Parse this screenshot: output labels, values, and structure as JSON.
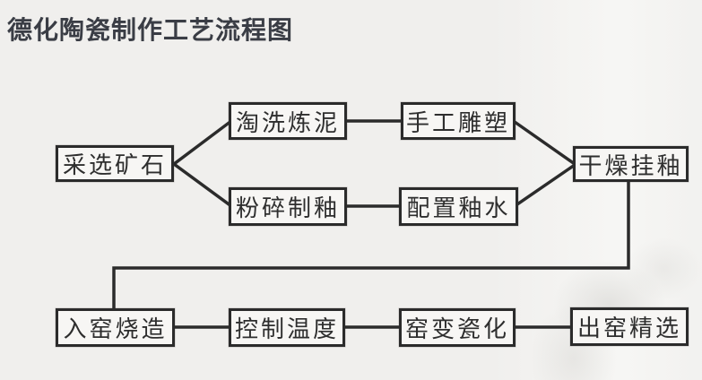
{
  "page": {
    "title": "德化陶瓷制作工艺流程图"
  },
  "colors": {
    "background": "#f0efed",
    "box_fill": "#f7f6f4",
    "box_border": "#2b2b2b",
    "connector_line": "#2b2b2b",
    "title_text": "#3a3d45",
    "box_text": "#2e2e2e"
  },
  "flowchart": {
    "nodes": [
      {
        "id": "select-ore",
        "label": "采选矿石"
      },
      {
        "id": "wash-refine-clay",
        "label": "淘洗炼泥"
      },
      {
        "id": "hand-sculpt",
        "label": "手工雕塑"
      },
      {
        "id": "crush-make-glaze",
        "label": "粉碎制釉"
      },
      {
        "id": "prepare-glaze-water",
        "label": "配置釉水"
      },
      {
        "id": "dry-apply-glaze",
        "label": "干燥挂釉"
      },
      {
        "id": "kiln-firing",
        "label": "入窑烧造"
      },
      {
        "id": "control-temperature",
        "label": "控制温度"
      },
      {
        "id": "kiln-transformation",
        "label": "窑变瓷化"
      },
      {
        "id": "kiln-output-selection",
        "label": "出窑精选"
      }
    ],
    "edges": [
      {
        "from": "采选矿石",
        "to": "淘洗炼泥"
      },
      {
        "from": "采选矿石",
        "to": "粉碎制釉"
      },
      {
        "from": "淘洗炼泥",
        "to": "手工雕塑"
      },
      {
        "from": "粉碎制釉",
        "to": "配置釉水"
      },
      {
        "from": "手工雕塑",
        "to": "干燥挂釉"
      },
      {
        "from": "配置釉水",
        "to": "干燥挂釉"
      },
      {
        "from": "干燥挂釉",
        "to": "入窑烧造"
      },
      {
        "from": "入窑烧造",
        "to": "控制温度"
      },
      {
        "from": "控制温度",
        "to": "窑变瓷化"
      },
      {
        "from": "窑变瓷化",
        "to": "出窑精选"
      }
    ]
  }
}
